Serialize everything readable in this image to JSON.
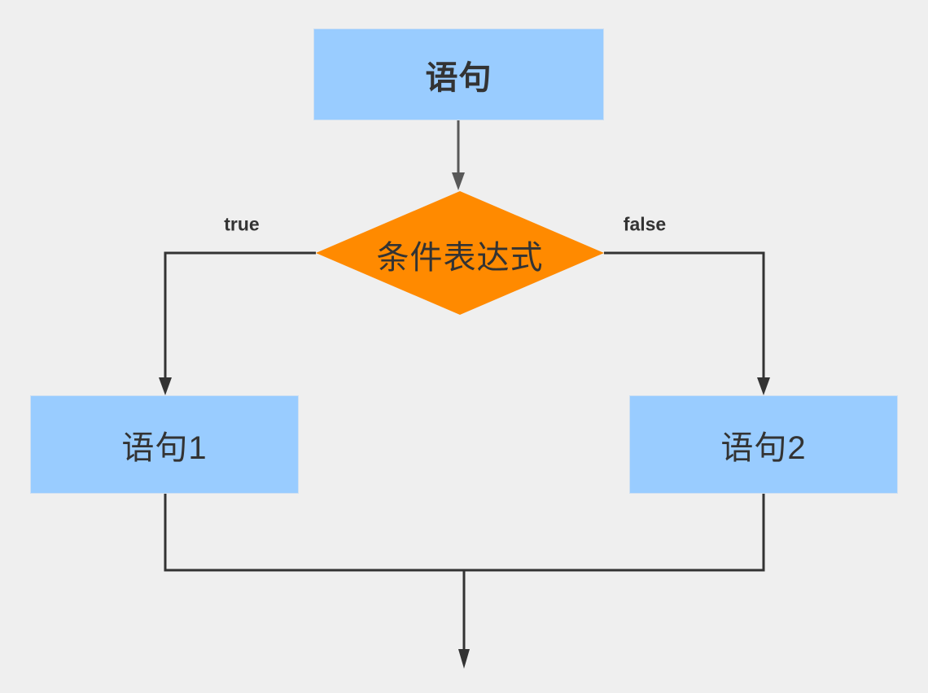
{
  "diagram": {
    "type": "flowchart",
    "colors": {
      "background": "#efefef",
      "node_blue": "#99ccff",
      "node_orange": "#ff8a00",
      "connector_dark": "#333333",
      "connector_gray": "#595959",
      "text": "#333333"
    },
    "nodes": {
      "statement_top": {
        "label": "语句",
        "shape": "rectangle"
      },
      "condition": {
        "label": "条件表达式",
        "shape": "diamond"
      },
      "statement_true": {
        "label": "语句1",
        "shape": "rectangle"
      },
      "statement_false": {
        "label": "语句2",
        "shape": "rectangle"
      }
    },
    "edge_labels": {
      "true_branch": "true",
      "false_branch": "false"
    }
  }
}
